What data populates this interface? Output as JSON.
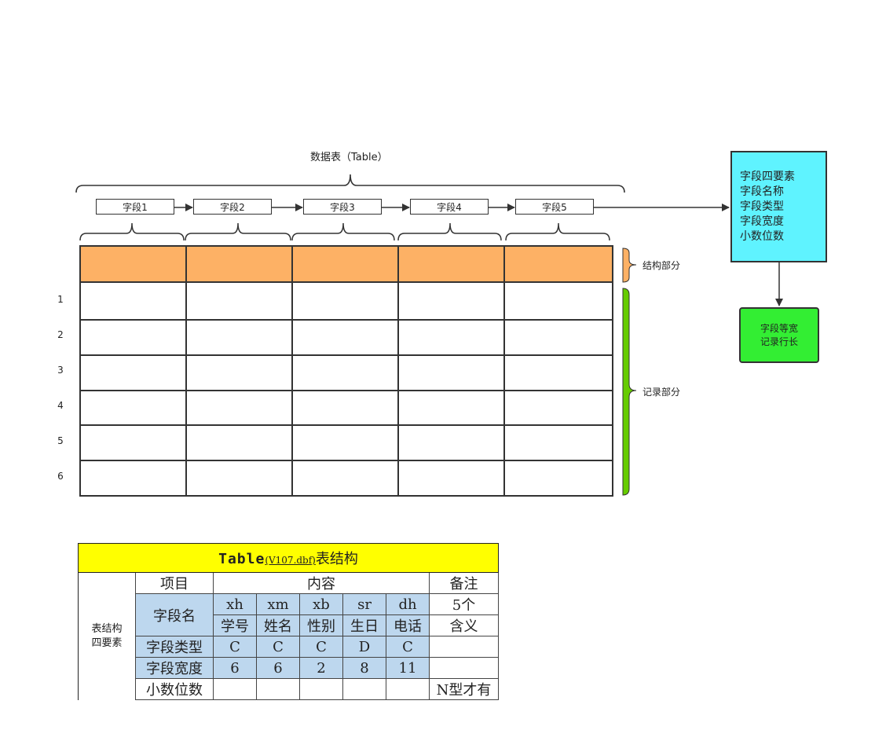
{
  "diagram": {
    "title": "数据表（Table）",
    "fields": [
      "字段1",
      "字段2",
      "字段3",
      "字段4",
      "字段5"
    ],
    "row_numbers": [
      "1",
      "2",
      "3",
      "4",
      "5",
      "6"
    ],
    "structure_label": "结构部分",
    "record_label": "记录部分",
    "four_elements_box": [
      "字段四要素",
      "字段名称",
      "字段类型",
      "字段宽度",
      "小数位数"
    ],
    "equal_width_box": [
      "字段等宽",
      "记录行长"
    ],
    "colors": {
      "header_fill": "#fdb165",
      "structure_brace": "#fdb165",
      "record_brace": "#66cc00",
      "four_elements_fill": "#5ff3ff",
      "equal_width_fill": "#33ee33"
    }
  },
  "structure_table": {
    "title_main": "Table",
    "title_file": "(V107.dbf)",
    "title_suffix": "表结构",
    "side_label_line1": "表结构",
    "side_label_line2": "四要素",
    "col_item": "项目",
    "col_content": "内容",
    "col_remark": "备注",
    "rows": {
      "field_name_label": "字段名",
      "field_codes": [
        "xh",
        "xm",
        "xb",
        "sr",
        "dh"
      ],
      "field_meanings": [
        "学号",
        "姓名",
        "性别",
        "生日",
        "电话"
      ],
      "field_name_remark1": "5个",
      "field_name_remark2": "含义",
      "type_label": "字段类型",
      "types": [
        "C",
        "C",
        "C",
        "D",
        "C"
      ],
      "width_label": "字段宽度",
      "widths": [
        "6",
        "6",
        "2",
        "8",
        "11"
      ],
      "decimal_label": "小数位数",
      "decimal_remark": "N型才有"
    },
    "colors": {
      "title_fill": "#ffff00",
      "label_fill": "#bdd7ee"
    }
  }
}
